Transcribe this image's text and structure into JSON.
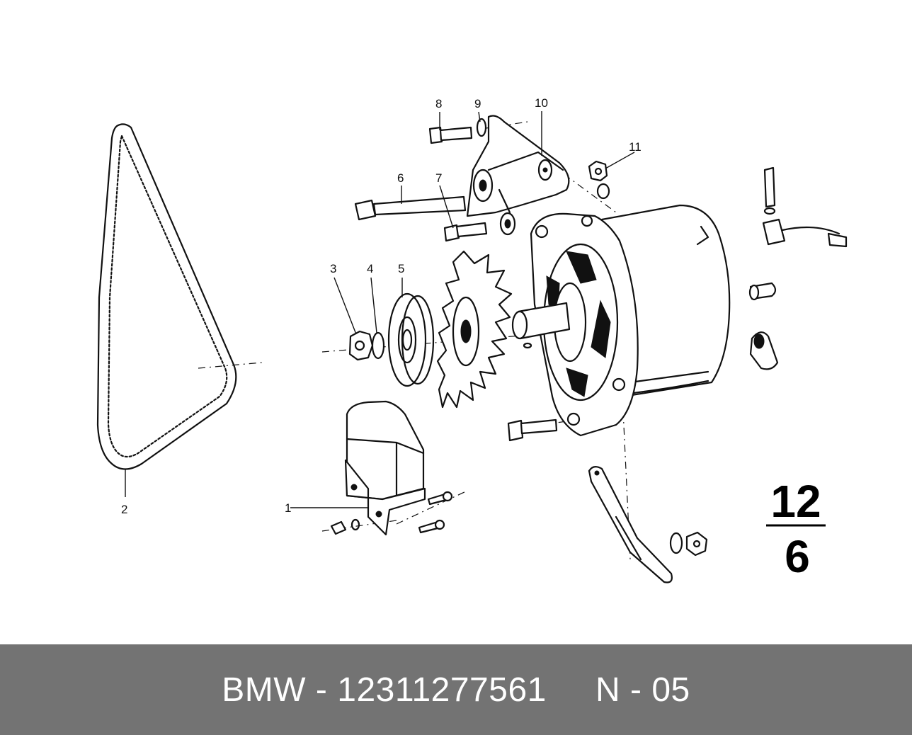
{
  "diagram": {
    "callouts": [
      "1",
      "2",
      "3",
      "4",
      "5",
      "6",
      "7",
      "8",
      "9",
      "10",
      "11"
    ],
    "figure_number": {
      "top": "12",
      "bottom": "6"
    },
    "icons": [
      "v-belt-icon",
      "voltage-regulator-icon",
      "nut-icon",
      "washer-icon",
      "pulley-icon",
      "fan-icon",
      "bolt-icon",
      "mounting-bracket-icon",
      "alternator-icon",
      "adjusting-strap-icon",
      "wire-connector-icon"
    ]
  },
  "footer": {
    "text": "BMW - 12311277561     N - 05",
    "background": "#737373",
    "text_color": "#ffffff"
  }
}
